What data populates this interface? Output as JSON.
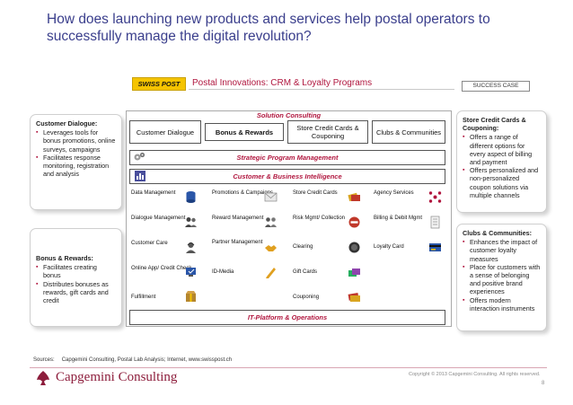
{
  "title": "How does launching new products and services help postal operators to successfully manage the digital revolution?",
  "logo_text": "SWISS POST",
  "subtitle": "Postal Innovations: CRM & Loyalty Programs",
  "badge": "SUCCESS CASE",
  "left_panels": [
    {
      "heading": "Customer Dialogue:",
      "bullets": [
        "Leverages tools for bonus promotions, online surveys, campaigns",
        "Facilitates response monitoring, registration and analysis"
      ]
    },
    {
      "heading": "Bonus & Rewards:",
      "bullets": [
        "Facilitates creating bonus",
        "Distributes bonuses as rewards, gift cards and credit"
      ]
    }
  ],
  "right_panels": [
    {
      "heading": "Store Credit Cards & Couponing:",
      "bullets": [
        "Offers a range of different options for every aspect of billing and payment",
        "Offers personalized and non-personalized coupon solutions via multiple channels"
      ]
    },
    {
      "heading": "Clubs & Communities:",
      "bullets": [
        "Enhances the impact of customer loyalty measures",
        "Place for customers with a sense of belonging and positive brand experiences",
        "Offers modern interaction instruments"
      ]
    }
  ],
  "solution_title": "Solution Consulting",
  "solution_boxes": [
    "Customer Dialogue",
    "Bonus & Rewards",
    "Store Credit Cards & Couponing",
    "Clubs & Communities"
  ],
  "strategic_bar": "Strategic Program Management",
  "ci_bar": "Customer & Business Intelligence",
  "grid": [
    [
      "Data Management",
      "Promotions & Campaigns",
      "Store Credit Cards",
      "Agency Services"
    ],
    [
      "Dialogue Management",
      "Reward Management",
      "Risk Mgmt/ Collection",
      "Billing & Debit Mgmt"
    ],
    [
      "Customer Care",
      "Partner Management",
      "Clearing",
      "Loyalty Card"
    ],
    [
      "Online App/ Credit Check",
      "ID-Media",
      "Gift Cards",
      ""
    ],
    [
      "Fulfillment",
      "",
      "Couponing",
      ""
    ]
  ],
  "it_bar": "IT-Platform & Operations",
  "sources_label": "Sources:",
  "sources_text": "Capgemini Consulting, Postal Lab Analysis; Internet, www.swisspost.ch",
  "company": "Capgemini Consulting",
  "copyright": "Copyright © 2013 Capgemini Consulting. All rights reserved.",
  "page_number": "8"
}
